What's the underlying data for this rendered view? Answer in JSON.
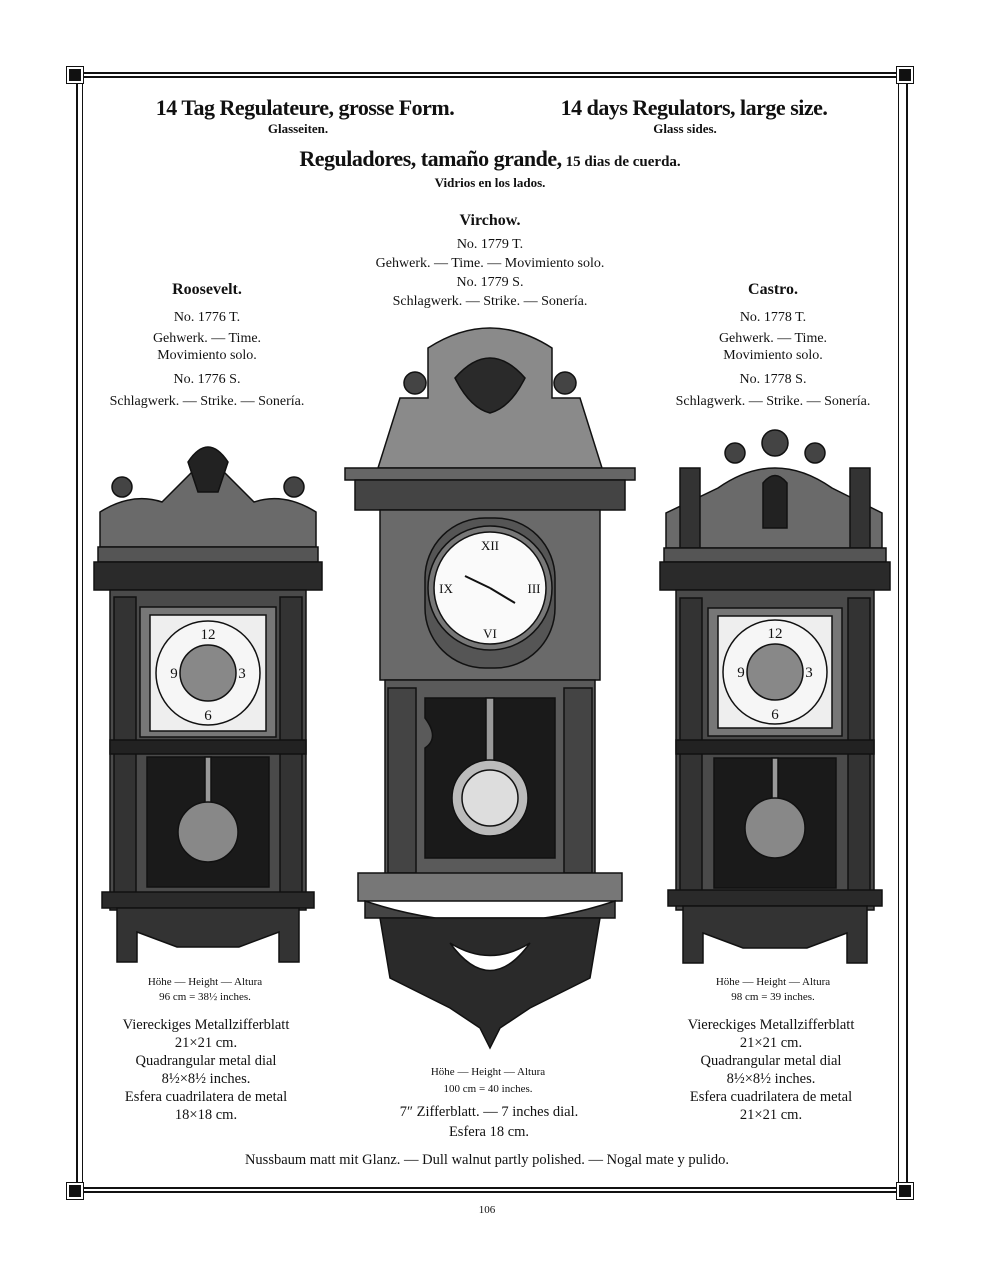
{
  "header": {
    "german_title": "14 Tag Regulateure, grosse Form.",
    "german_sub": "Glasseiten.",
    "english_title": "14 days Regulators, large size.",
    "english_sub": "Glass sides.",
    "spanish_title": "Reguladores, tamaño grande,",
    "spanish_title_suffix": "15 dias de cuerda.",
    "spanish_sub": "Vidrios en los lados."
  },
  "clocks": [
    {
      "name": "Roosevelt.",
      "no_time": "No. 1776 T.",
      "time_desc_1": "Gehwerk. — Time.",
      "time_desc_2": "Movimiento solo.",
      "no_strike": "No. 1776 S.",
      "strike_desc": "Schlagwerk. — Strike. — Sonería.",
      "height_label": "Höhe — Height — Altura",
      "height_value": "96 cm = 38½ inches.",
      "dial": [
        "Viereckiges Metallzifferblatt",
        "21×21 cm.",
        "Quadrangular metal dial",
        "8½×8½ inches.",
        "Esfera cuadrilatera de metal",
        "18×18 cm."
      ]
    },
    {
      "name": "Virchow.",
      "no_time": "No. 1779 T.",
      "time_desc_1": "Gehwerk. — Time. — Movimiento solo.",
      "no_strike": "No. 1779 S.",
      "strike_desc": "Schlagwerk. — Strike. — Sonería.",
      "height_label": "Höhe — Height — Altura",
      "height_value": "100 cm = 40 inches.",
      "dial": [
        "7″ Zifferblatt. — 7 inches dial.",
        "Esfera 18 cm."
      ]
    },
    {
      "name": "Castro.",
      "no_time": "No. 1778 T.",
      "time_desc_1": "Gehwerk. — Time.",
      "time_desc_2": "Movimiento solo.",
      "no_strike": "No. 1778 S.",
      "strike_desc": "Schlagwerk. — Strike. — Sonería.",
      "height_label": "Höhe — Height — Altura",
      "height_value": "98 cm = 39 inches.",
      "dial": [
        "Viereckiges Metallzifferblatt",
        "21×21 cm.",
        "Quadrangular metal dial",
        "8½×8½ inches.",
        "Esfera cuadrilatera de metal",
        "21×21 cm."
      ]
    }
  ],
  "footer": {
    "material": "Nussbaum matt mit Glanz. — Dull walnut partly polished. — Nogal mate y pulido.",
    "page_number": "106"
  }
}
